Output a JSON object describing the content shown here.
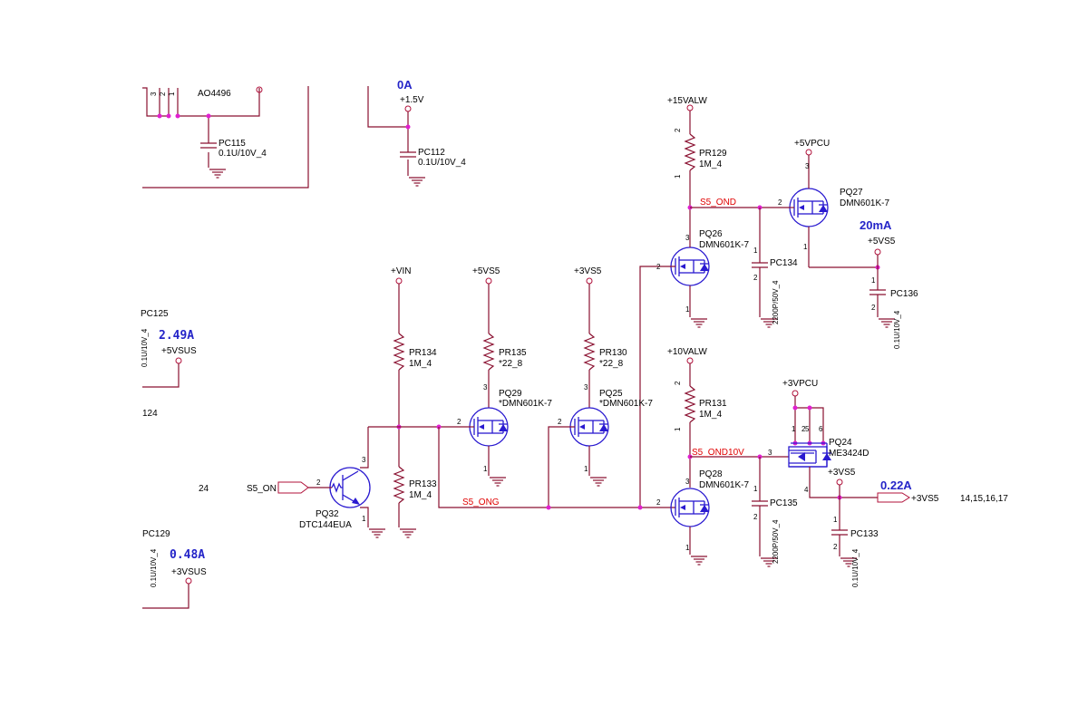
{
  "rails": {
    "v15a": "+1.5V",
    "v15valw": "+15VALW",
    "v5vpcu": "+5VPCU",
    "v5vs5_out": "+5VS5",
    "vin": "+VIN",
    "v5vs5": "+5VS5",
    "v3vs5": "+3VS5",
    "v10valw": "+10VALW",
    "v3vpcu": "+3VPCU",
    "v3vs5_b": "+3VS5",
    "v5vsus": "+5VSUS",
    "v3vsus": "+3VSUS",
    "v3vs5_port": "+3VS5"
  },
  "parts": {
    "ao4496": "AO4496",
    "pc115_ref": "PC115",
    "pc115_val": "0.1U/10V_4",
    "pc112_ref": "PC112",
    "pc112_val": "0.1U/10V_4",
    "pr129_ref": "PR129",
    "pr129_val": "1M_4",
    "pq27_ref": "PQ27",
    "pq27_val": "DMN601K-7",
    "pq26_ref": "PQ26",
    "pq26_val": "DMN601K-7",
    "pc134_ref": "PC134",
    "pc134_val": "2200P/50V_4",
    "pc136_ref": "PC136",
    "pc136_val": "0.1U/10V_4",
    "pr134_ref": "PR134",
    "pr134_val": "1M_4",
    "pr135_ref": "PR135",
    "pr135_val": "*22_8",
    "pr130_ref": "PR130",
    "pr130_val": "*22_8",
    "pq29_ref": "PQ29",
    "pq29_val": "*DMN601K-7",
    "pq25_ref": "PQ25",
    "pq25_val": "*DMN601K-7",
    "pr131_ref": "PR131",
    "pr131_val": "1M_4",
    "pq24_ref": "PQ24",
    "pq24_val": "ME3424D",
    "pq28_ref": "PQ28",
    "pq28_val": "DMN601K-7",
    "pc135_ref": "PC135",
    "pc135_val": "2200P/50V_4",
    "pc133_ref": "PC133",
    "pc133_val": "0.1U/10V_4",
    "pr133_ref": "PR133",
    "pr133_val": "1M_4",
    "pq32_ref": "PQ32",
    "pq32_val": "DTC144EUA",
    "pc125_ref": "PC125",
    "pc125_val": "0.1U/10V_4",
    "pc129_ref": "PC129",
    "pc129_val": "0.1U/10V_4",
    "frag_124": "124",
    "frag_24": "24"
  },
  "nets": {
    "s5_ond": "S5_OND",
    "s5_ond10v": "S5_OND10V",
    "s5_ong": "S5_ONG",
    "s5_on": "S5_ON"
  },
  "currents": {
    "c_20ma": "20mA",
    "c_022a": "0.22A",
    "c_249a": "2.49A",
    "c_048a": "0.48A",
    "c_top_partial": "0A"
  },
  "page_refs": "14,15,16,17",
  "colors": {
    "wire": "#8a1030",
    "symbol": "#2a1ad0",
    "junction": "#e020d0",
    "net_label": "#e00000",
    "current_label": "#2424c8"
  }
}
